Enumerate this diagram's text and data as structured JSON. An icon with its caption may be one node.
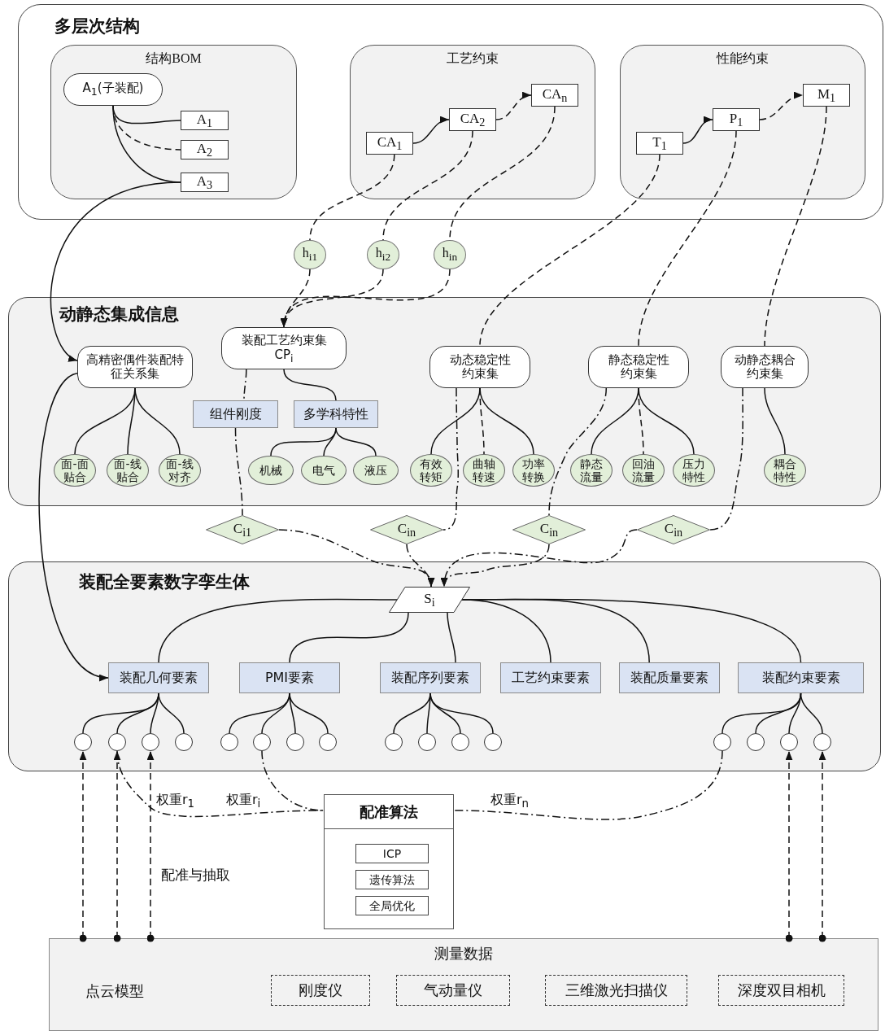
{
  "diagram": {
    "nodes": [
      {
        "text": [
          "多层次结构"
        ]
      },
      {
        "text": [
          "结构BOM"
        ],
        "in": 0
      },
      {
        "text": [
          "A$_{1}$(子装配)"
        ],
        "in": 1
      },
      {
        "text": [
          "A$_{1}$"
        ],
        "in": 1
      },
      {
        "text": [
          "A$_{2}$"
        ],
        "in": 1
      },
      {
        "text": [
          "A$_{3}$"
        ],
        "in": 1
      },
      {
        "text": [
          "工艺约束"
        ],
        "in": 0
      },
      {
        "text": [
          "CA$_{1}$"
        ],
        "in": 6
      },
      {
        "text": [
          "CA$_{2}$"
        ],
        "in": 6
      },
      {
        "text": [
          "CA$_{n}$"
        ],
        "in": 6
      },
      {
        "text": [
          "性能约束"
        ],
        "in": 0
      },
      {
        "text": [
          "T$_{1}$"
        ],
        "in": 10
      },
      {
        "text": [
          "P$_{1}$"
        ],
        "in": 10
      },
      {
        "text": [
          "M$_{1}$"
        ],
        "in": 10
      },
      {
        "text": [
          "h$_{i1}$"
        ]
      },
      {
        "text": [
          "h$_{i2}$"
        ]
      },
      {
        "text": [
          "h$_{in}$"
        ]
      },
      {
        "text": [
          "动静态集成信息"
        ]
      },
      {
        "text": [
          "高精密偶件装配特征关系集"
        ],
        "in": 17
      },
      {
        "text": [
          "装配工艺约束集",
          "CP$_{i}$"
        ],
        "in": 17
      },
      {
        "text": [
          "动态稳定性约束集"
        ],
        "in": 17
      },
      {
        "text": [
          "静态稳定性约束集"
        ],
        "in": 17
      },
      {
        "text": [
          "动静态耦合约束集"
        ],
        "in": 17
      },
      {
        "text": [
          "组件刚度"
        ],
        "in": 17
      },
      {
        "text": [
          "多学科特性"
        ],
        "in": 17
      },
      {
        "text": [
          "面-面贴合"
        ],
        "in": 17
      },
      {
        "text": [
          "面-线贴合"
        ],
        "in": 17
      },
      {
        "text": [
          "面-线对齐"
        ],
        "in": 17
      },
      {
        "text": [
          "机械"
        ],
        "in": 17
      },
      {
        "text": [
          "电气"
        ],
        "in": 17
      },
      {
        "text": [
          "液压"
        ],
        "in": 17
      },
      {
        "text": [
          "有效转矩"
        ],
        "in": 17
      },
      {
        "text": [
          "曲轴转速"
        ],
        "in": 17
      },
      {
        "text": [
          "功率转换"
        ],
        "in": 17
      },
      {
        "text": [
          "静态流量"
        ],
        "in": 17
      },
      {
        "text": [
          "回油流量"
        ],
        "in": 17
      },
      {
        "text": [
          "压力特性"
        ],
        "in": 17
      },
      {
        "text": [
          "耦合特性"
        ],
        "in": 17
      },
      {
        "text": [
          "C$_{i1}$"
        ]
      },
      {
        "text": [
          "C$_{in}$"
        ]
      },
      {
        "text": [
          "C$_{in}$"
        ]
      },
      {
        "text": [
          "C$_{in}$"
        ]
      },
      {
        "text": [
          "装配全要素数字孪生体"
        ]
      },
      {
        "text": [
          "S$_{i}$"
        ],
        "in": 42
      },
      {
        "text": [
          "装配几何要素"
        ],
        "in": 42
      },
      {
        "text": [
          "PMI要素"
        ],
        "in": 42
      },
      {
        "text": [
          "装配序列要素"
        ],
        "in": 42
      },
      {
        "text": [
          "工艺约束要素"
        ],
        "in": 42
      },
      {
        "text": [
          "装配质量要素"
        ],
        "in": 42
      },
      {
        "text": [
          "装配约束要素"
        ],
        "in": 42
      },
      {
        "text": [],
        "shape": "circle",
        "in": 42
      },
      {
        "text": [],
        "shape": "circle",
        "in": 42
      },
      {
        "text": [],
        "shape": "circle",
        "in": 42
      },
      {
        "text": [],
        "shape": "circle",
        "in": 42
      },
      {
        "text": [],
        "shape": "circle",
        "in": 42
      },
      {
        "text": [],
        "shape": "circle",
        "in": 42
      },
      {
        "text": [],
        "shape": "circle",
        "in": 42
      },
      {
        "text": [],
        "shape": "circle",
        "in": 42
      },
      {
        "text": [],
        "shape": "circle",
        "in": 42
      },
      {
        "text": [],
        "shape": "circle",
        "in": 42
      },
      {
        "text": [],
        "shape": "circle",
        "in": 42
      },
      {
        "text": [],
        "shape": "circle",
        "in": 42
      },
      {
        "text": [],
        "shape": "circle",
        "in": 42
      },
      {
        "text": [],
        "shape": "circle",
        "in": 42
      },
      {
        "text": [],
        "shape": "circle",
        "in": 42
      },
      {
        "text": [],
        "shape": "circle",
        "in": 42
      },
      {
        "text": [
          "配准算法"
        ]
      },
      {
        "text": [
          "ICP"
        ],
        "in": 66
      },
      {
        "text": [
          "遗传算法"
        ],
        "in": 66
      },
      {
        "text": [
          "全局优化"
        ],
        "in": 66
      },
      {
        "text": [
          "测量数据",
          "点云模型"
        ]
      },
      {
        "text": [
          "刚度仪"
        ],
        "in": 70
      },
      {
        "text": [
          "气动量仪"
        ],
        "in": 70
      },
      {
        "text": [
          "三维激光扫描仪"
        ],
        "in": 70
      },
      {
        "text": [
          "深度双目相机"
        ],
        "in": 70
      }
    ],
    "edges": [
      {
        "from": 2,
        "to": 3,
        "arrow": "none"
      },
      {
        "from": 2,
        "to": 4,
        "arrow": "none",
        "style": "dashed"
      },
      {
        "from": 2,
        "to": 5,
        "arrow": "none"
      },
      {
        "from": 7,
        "to": 8,
        "arrow": "to"
      },
      {
        "from": 8,
        "to": 9,
        "arrow": "to",
        "style": "dashed"
      },
      {
        "from": 11,
        "to": 12,
        "arrow": "to"
      },
      {
        "from": 12,
        "to": 13,
        "arrow": "to",
        "style": "dashed"
      },
      {
        "from": 7,
        "to": 14,
        "arrow": "none",
        "style": "dashed"
      },
      {
        "from": 8,
        "to": 15,
        "arrow": "none",
        "style": "dashed"
      },
      {
        "from": 9,
        "to": 16,
        "arrow": "none",
        "style": "dashed"
      },
      {
        "from": 14,
        "to": 19,
        "arrow": "to",
        "style": "dashed"
      },
      {
        "from": 15,
        "to": 19,
        "arrow": "to",
        "style": "dashed"
      },
      {
        "from": 16,
        "to": 19,
        "arrow": "to",
        "style": "dashed"
      },
      {
        "from": 11,
        "to": 20,
        "arrow": "none",
        "style": "dashed"
      },
      {
        "from": 12,
        "to": 21,
        "arrow": "none",
        "style": "dashed"
      },
      {
        "from": 13,
        "to": 22,
        "arrow": "none",
        "style": "dashed"
      },
      {
        "from": 5,
        "to": 18,
        "arrow": "to"
      },
      {
        "from": 18,
        "to": 44,
        "arrow": "to"
      },
      {
        "from": 18,
        "to": 25,
        "arrow": "none"
      },
      {
        "from": 18,
        "to": 26,
        "arrow": "none"
      },
      {
        "from": 18,
        "to": 27,
        "arrow": "none"
      },
      {
        "from": 19,
        "to": 24,
        "arrow": "none"
      },
      {
        "from": 19,
        "to": 23,
        "arrow": "none",
        "style": "dashed"
      },
      {
        "from": 24,
        "to": 28,
        "arrow": "none"
      },
      {
        "from": 24,
        "to": 29,
        "arrow": "none"
      },
      {
        "from": 24,
        "to": 30,
        "arrow": "none"
      },
      {
        "from": 20,
        "to": 31,
        "arrow": "none"
      },
      {
        "from": 20,
        "to": 32,
        "arrow": "none",
        "style": "dashed"
      },
      {
        "from": 20,
        "to": 33,
        "arrow": "none"
      },
      {
        "from": 21,
        "to": 34,
        "arrow": "none"
      },
      {
        "from": 21,
        "to": 35,
        "arrow": "none",
        "style": "dashed"
      },
      {
        "from": 21,
        "to": 36,
        "arrow": "none"
      },
      {
        "from": 22,
        "to": 37,
        "arrow": "none"
      },
      {
        "from": 23,
        "to": 38,
        "arrow": "none",
        "style": "dashed"
      },
      {
        "from": 20,
        "to": 39,
        "arrow": "none",
        "style": "dashed"
      },
      {
        "from": 21,
        "to": 40,
        "arrow": "none",
        "style": "dashed"
      },
      {
        "from": 22,
        "to": 41,
        "arrow": "none",
        "style": "dashed"
      },
      {
        "from": 38,
        "to": 43,
        "arrow": "to",
        "style": "dashed"
      },
      {
        "from": 39,
        "to": 43,
        "arrow": "to",
        "style": "dashed"
      },
      {
        "from": 40,
        "to": 43,
        "arrow": "to",
        "style": "dashed"
      },
      {
        "from": 41,
        "to": 43,
        "arrow": "to",
        "style": "dashed"
      },
      {
        "from": 43,
        "to": 44,
        "arrow": "none"
      },
      {
        "from": 43,
        "to": 45,
        "arrow": "none"
      },
      {
        "from": 43,
        "to": 46,
        "arrow": "none"
      },
      {
        "from": 43,
        "to": 47,
        "arrow": "none"
      },
      {
        "from": 43,
        "to": 48,
        "arrow": "none"
      },
      {
        "from": 43,
        "to": 49,
        "arrow": "none"
      },
      {
        "from": 44,
        "to": 50,
        "arrow": "none"
      },
      {
        "from": 44,
        "to": 51,
        "arrow": "none"
      },
      {
        "from": 44,
        "to": 52,
        "arrow": "none"
      },
      {
        "from": 44,
        "to": 53,
        "arrow": "none"
      },
      {
        "from": 45,
        "to": 54,
        "arrow": "none"
      },
      {
        "from": 45,
        "to": 55,
        "arrow": "none"
      },
      {
        "from": 45,
        "to": 56,
        "arrow": "none"
      },
      {
        "from": 45,
        "to": 57,
        "arrow": "none"
      },
      {
        "from": 46,
        "to": 58,
        "arrow": "none"
      },
      {
        "from": 46,
        "to": 59,
        "arrow": "none"
      },
      {
        "from": 46,
        "to": 60,
        "arrow": "none"
      },
      {
        "from": 46,
        "to": 61,
        "arrow": "none"
      },
      {
        "from": 49,
        "to": 62,
        "arrow": "none"
      },
      {
        "from": 49,
        "to": 63,
        "arrow": "none"
      },
      {
        "from": 49,
        "to": 64,
        "arrow": "none"
      },
      {
        "from": 49,
        "to": 65,
        "arrow": "none"
      },
      {
        "from": 70,
        "to": 50,
        "arrow": "to",
        "style": "dashed"
      },
      {
        "from": 70,
        "to": 51,
        "arrow": "to",
        "style": "dashed"
      },
      {
        "from": 70,
        "to": 52,
        "arrow": "to",
        "style": "dashed"
      },
      {
        "from": 70,
        "to": 64,
        "arrow": "to",
        "style": "dashed"
      },
      {
        "from": 70,
        "to": 65,
        "arrow": "to",
        "style": "dashed"
      },
      {
        "from": 51,
        "to": 66,
        "arrow": "none",
        "style": "dashed",
        "label": "权重r$_{1}$"
      },
      {
        "from": 55,
        "to": 66,
        "arrow": "none",
        "style": "dashed",
        "label": "权重r$_{i}$"
      },
      {
        "from": 62,
        "to": 66,
        "arrow": "none",
        "style": "dashed",
        "label": "权重r$_{n}$"
      }
    ],
    "labels": [
      "配准与抽取"
    ]
  }
}
